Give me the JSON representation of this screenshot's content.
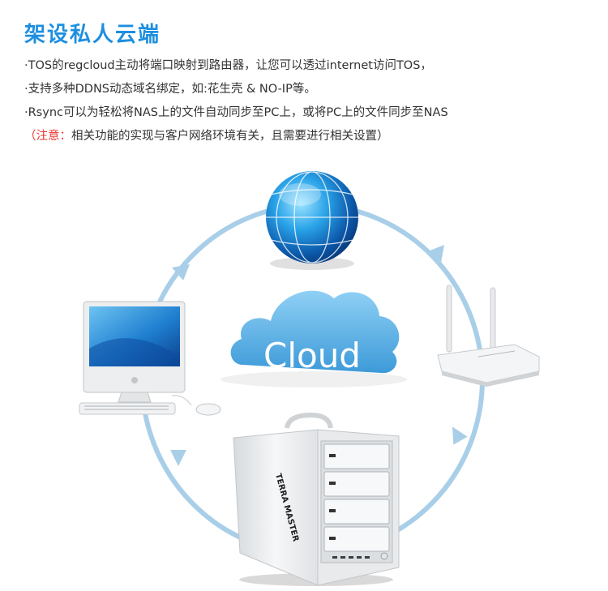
{
  "title": "架设私人云端",
  "bullets": [
    "·TOS的regcloud主动将端口映射到路由器，让您可以透过internet访问TOS，",
    "·支持多种DDNS动态域名绑定，如:花生壳 & NO-IP等。",
    "·Rsync可以为轻松将NAS上的文件自动同步至PC上，或将PC上的文件同步至NAS"
  ],
  "note": {
    "label": "（注意：",
    "text": "相关功能的实现与客户网络环境有关，且需要进行相关设置）"
  },
  "diagram": {
    "cloud_label": "Cloud",
    "nas_brand_logo": "TERRA MASTER",
    "colors": {
      "accent_blue": "#1e8fe0",
      "ring": "#a9cfe8",
      "cloud": "#5fb2e6",
      "note_red": "#e8352e"
    },
    "icons": [
      "globe-icon",
      "router-icon",
      "desktop-computer-icon",
      "nas-device-icon",
      "cloud-icon"
    ]
  }
}
